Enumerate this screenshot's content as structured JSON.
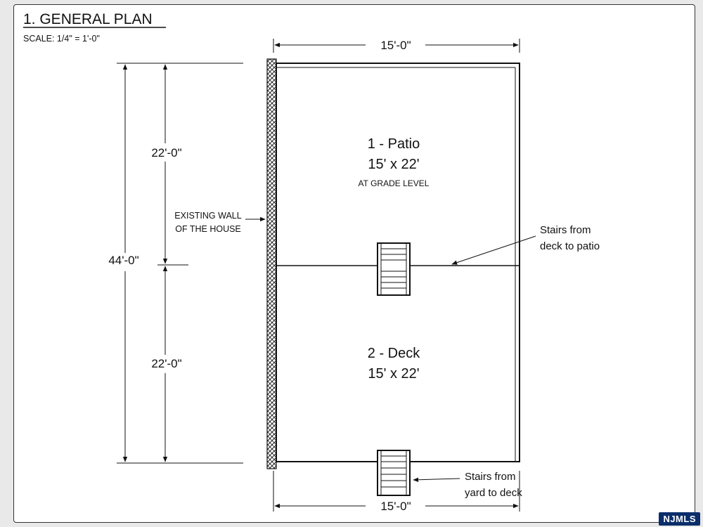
{
  "header": {
    "title": "1. GENERAL PLAN",
    "scale": "SCALE:  1/4\" = 1'-0\""
  },
  "dimensions": {
    "top_width": "15'-0\"",
    "bottom_width": "15'-0\"",
    "total_length": "44'-0\"",
    "upper_length": "22'-0\"",
    "lower_length": "22'-0\""
  },
  "labels": {
    "existing_wall_line1": "EXISTING WALL",
    "existing_wall_line2": "OF THE HOUSE",
    "patio_name": "1 - Patio",
    "patio_size": "15' x 22'",
    "patio_note": "AT GRADE LEVEL",
    "deck_name": "2 - Deck",
    "deck_size": "15' x 22'",
    "stairs_deck_line1": "Stairs from",
    "stairs_deck_line2": "deck to patio",
    "stairs_yard_line1": "Stairs from",
    "stairs_yard_line2": "yard to deck"
  },
  "watermark": {
    "text": "NJMLS"
  },
  "colors": {
    "line": "#111111",
    "watermark_bg": "#0b2e6b"
  }
}
